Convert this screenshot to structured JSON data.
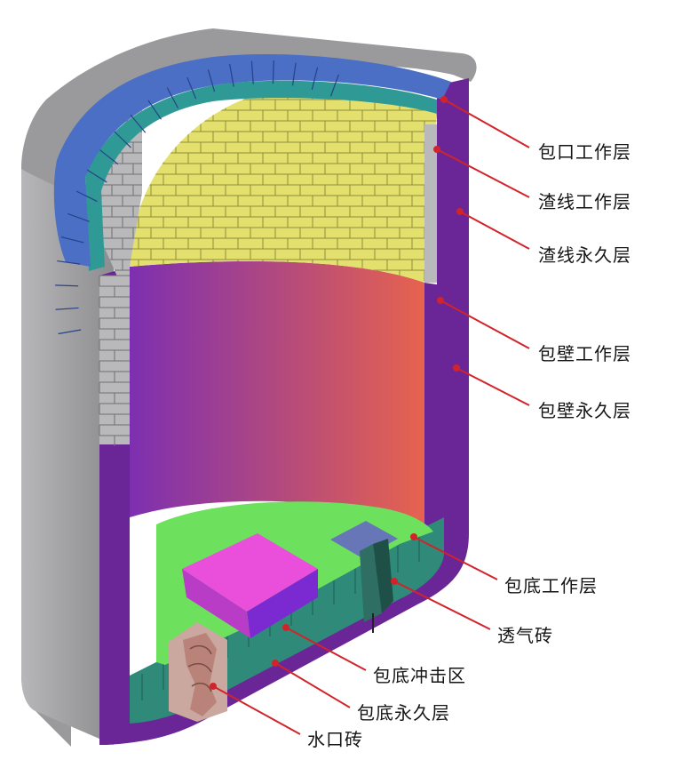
{
  "labels": {
    "ladle_mouth_working_layer": "包口工作层",
    "slag_line_working_layer": "渣线工作层",
    "slag_line_permanent_layer": "渣线永久层",
    "wall_working_layer": "包壁工作层",
    "wall_permanent_layer": "包壁永久层",
    "bottom_working_layer": "包底工作层",
    "porous_plug_brick": "透气砖",
    "bottom_impact_zone": "包底冲击区",
    "bottom_permanent_layer": "包底永久层",
    "nozzle_brick": "水口砖"
  },
  "colors": {
    "shell": "#9a9a9c",
    "permanent_lining": "#6a2696",
    "mouth_bricks": "#4a6fc4",
    "slag_bricks": "#2f9a95",
    "wall_bricks": "#e3e06e",
    "wall_bricks_side": "#b9b9bb",
    "interior_gradient_left": "#7d2fb0",
    "interior_gradient_right": "#e6634e",
    "bottom_working": "#6de15e",
    "impact_zone": "#ea4fdc",
    "porous_plug_base": "#6676b6",
    "bottom_bricks": "#2f8a79",
    "nozzle": "#b9837a",
    "leader_lines": "#d2232a"
  }
}
